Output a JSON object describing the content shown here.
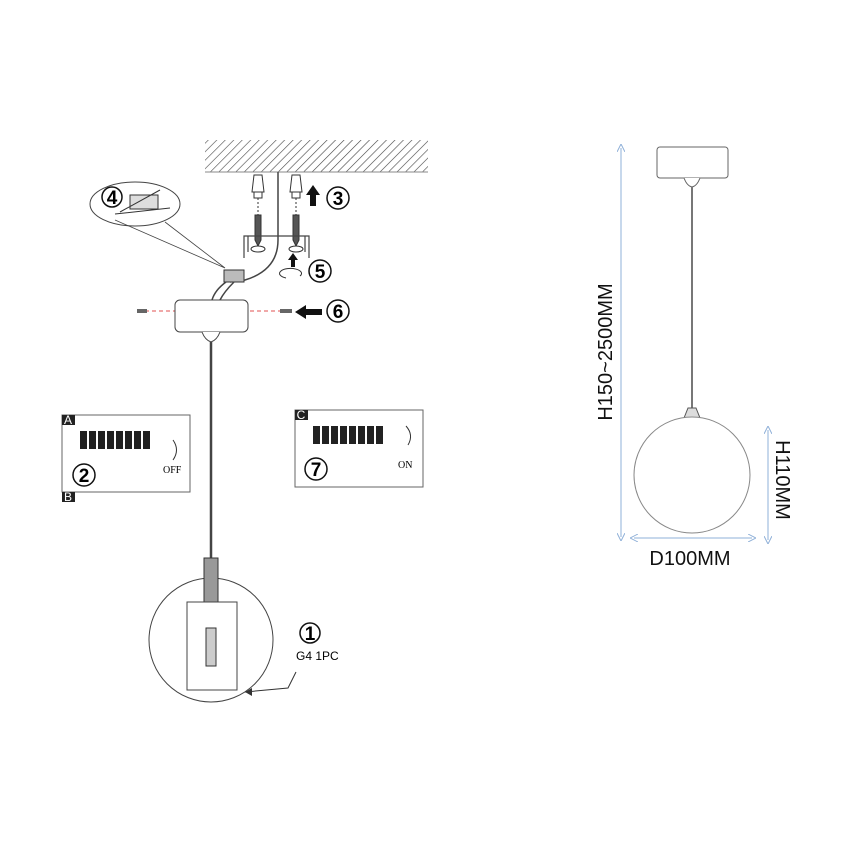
{
  "steps": {
    "s1": "1",
    "s2": "2",
    "s3": "3",
    "s4": "4",
    "s5": "5",
    "s6": "6",
    "s7": "7"
  },
  "bulb_label": "G4 1PC",
  "panels": {
    "a": "A",
    "b": "B",
    "c": "C",
    "off": "OFF",
    "on": "ON"
  },
  "dimensions": {
    "total_height": "H150~2500MM",
    "globe_height": "H110MM",
    "diameter": "D100MM"
  },
  "colors": {
    "dim_line": "#8fb0d8",
    "guide": "#e05050",
    "line": "#333333"
  }
}
